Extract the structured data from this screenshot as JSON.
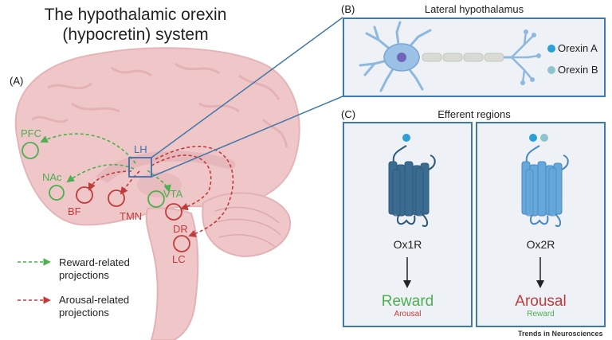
{
  "title": {
    "line1": "The hypothalamic orexin",
    "line2": "(hypocretin) system"
  },
  "panel_a": {
    "tag": "(A)",
    "regions": {
      "pfc": "PFC",
      "nac": "NAc",
      "lh": "LH",
      "vta": "VTA",
      "bf": "BF",
      "tmn": "TMN",
      "dr": "DR",
      "lc": "LC"
    },
    "legend": {
      "reward_line1": "Reward-related",
      "reward_line2": "projections",
      "arousal_line1": "Arousal-related",
      "arousal_line2": "projections"
    }
  },
  "panel_b": {
    "tag": "(B)",
    "title": "Lateral hypothalamus",
    "legend": {
      "orexin_a": "Orexin A",
      "orexin_b": "Orexin B"
    }
  },
  "panel_c": {
    "tag": "(C)",
    "title": "Efferent regions",
    "ox1r": {
      "name": "Ox1R",
      "primary": "Reward",
      "secondary": "Arousal"
    },
    "ox2r": {
      "name": "Ox2R",
      "primary": "Arousal",
      "secondary": "Reward"
    }
  },
  "credit": "Trends in Neurosciences",
  "colors": {
    "reward": "#4caf50",
    "arousal": "#c23b3b",
    "orexin_a": "#2a9fd8",
    "orexin_b": "#8fc4cf",
    "panel_border": "#3f79aa",
    "brain": "#efc7c9",
    "ox1r": "#3a6b91",
    "ox2r": "#65a8dc"
  }
}
